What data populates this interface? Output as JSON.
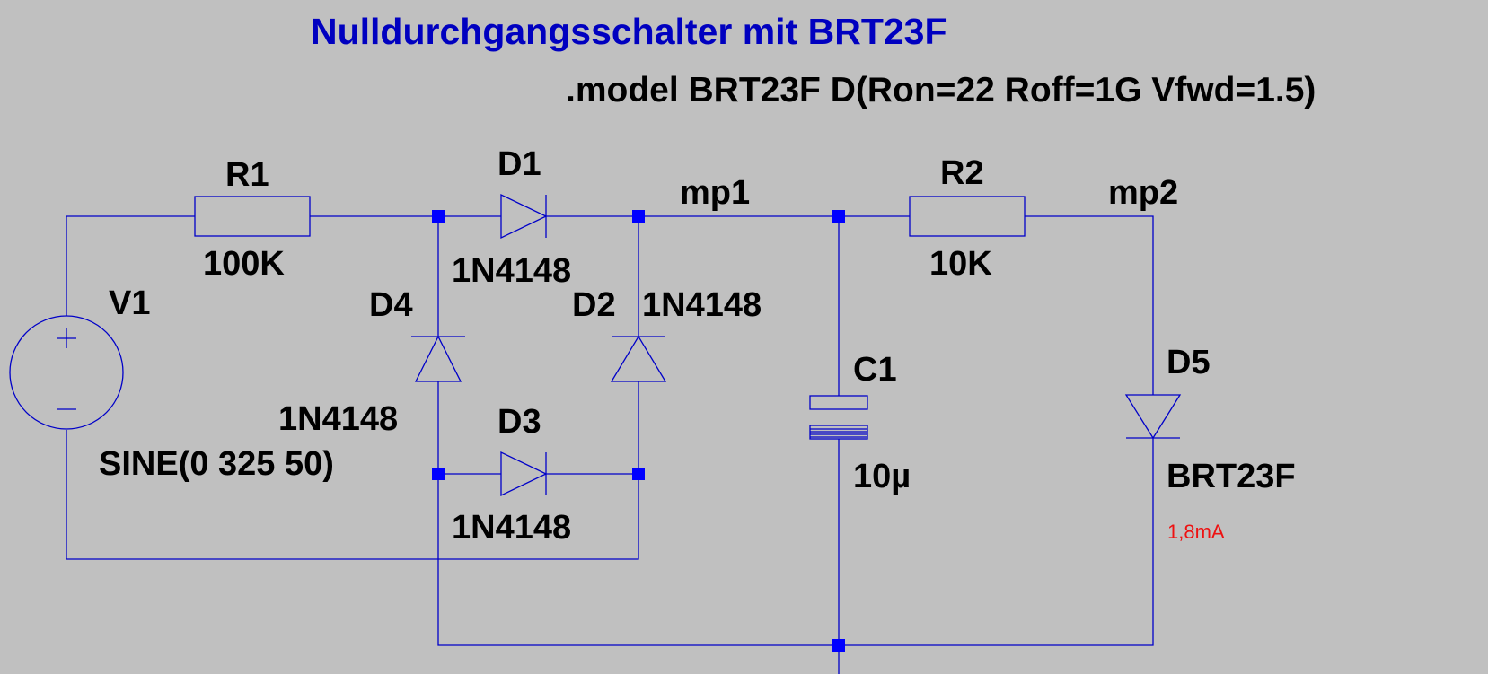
{
  "title": "Nulldurchgangsschalter mit BRT23F",
  "model_directive": ".model BRT23F D(Ron=22 Roff=1G Vfwd=1.5)",
  "colors": {
    "background": "#c0c0c0",
    "wire": "#0000c8",
    "junction": "#0000ff",
    "title": "#0000c0",
    "annotation": "#ee1111"
  },
  "components": {
    "v1": {
      "name": "V1",
      "value": "SINE(0 325 50)",
      "icon": "voltage-source-icon"
    },
    "r1": {
      "name": "R1",
      "value": "100K",
      "icon": "resistor-icon"
    },
    "r2": {
      "name": "R2",
      "value": "10K",
      "icon": "resistor-icon"
    },
    "d1": {
      "name": "D1",
      "value": "1N4148",
      "icon": "diode-icon"
    },
    "d2": {
      "name": "D2",
      "value": "1N4148",
      "icon": "diode-icon"
    },
    "d3": {
      "name": "D3",
      "value": "1N4148",
      "icon": "diode-icon"
    },
    "d4": {
      "name": "D4",
      "value": "1N4148",
      "icon": "diode-icon"
    },
    "d5": {
      "name": "D5",
      "value": "BRT23F",
      "icon": "diode-icon"
    },
    "c1": {
      "name": "C1",
      "value": "10µ",
      "icon": "polarized-capacitor-icon"
    }
  },
  "nets": {
    "mp1": "mp1",
    "mp2": "mp2"
  },
  "annotation": "1,8mA"
}
